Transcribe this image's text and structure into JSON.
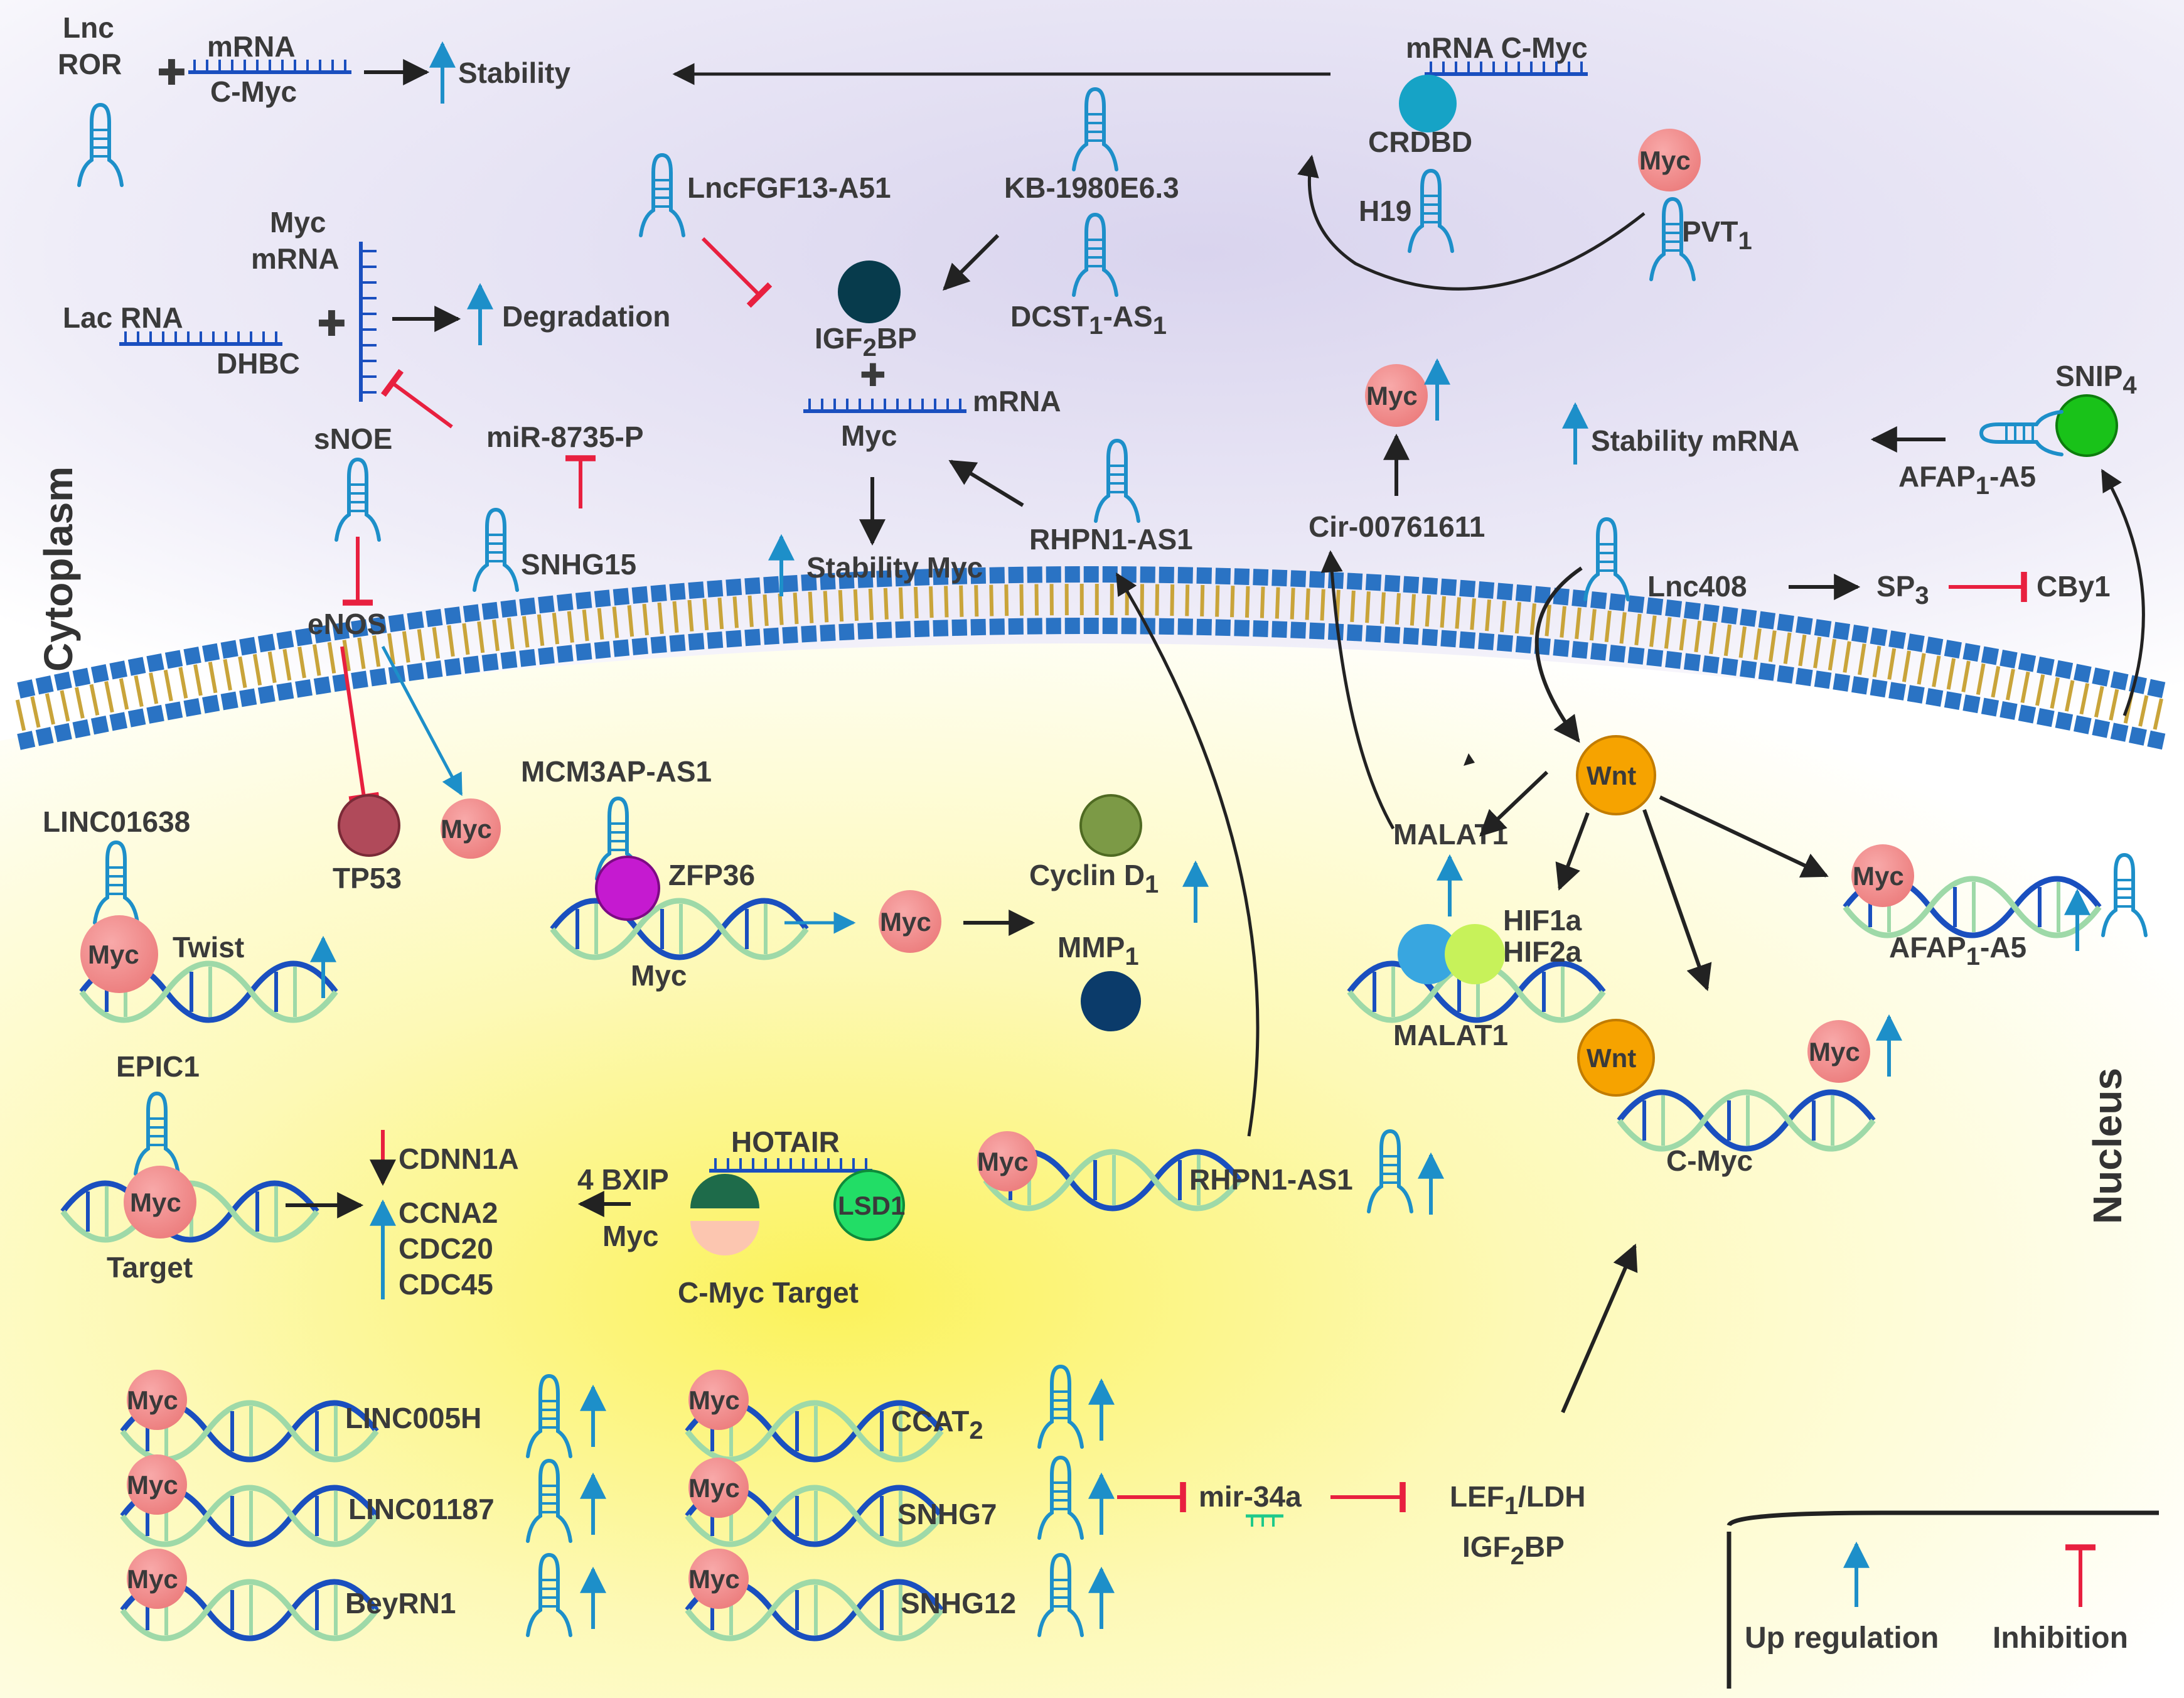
{
  "regions": {
    "cytoplasm": "Cytoplasm",
    "nucleus": "Nucleus"
  },
  "labels": {
    "lnc": "Lnc",
    "ror": "ROR",
    "mrna_top": "mRNA",
    "cmyc_top": "C-Myc",
    "stability": "Stability",
    "mrna_cmyc": "mRNA  C-Myc",
    "crdbd": "CRDBD",
    "h19": "H19",
    "pvt1": "PVT",
    "myc_mrna_a": "Myc",
    "myc_mrna_b": "mRNA",
    "lac_rna": "Lac RNA",
    "dhbc": "DHBC",
    "degradation": "Degradation",
    "lncfgf": "LncFGF13-A51",
    "kb": "KB-1980E6.3",
    "dcst": "DCST",
    "dcst_b": "-AS",
    "igf2bp": "IGF",
    "igf2bp_b": "BP",
    "mrna_mid": "mRNA",
    "myc_mid": "Myc",
    "snoe": "sNOE",
    "mir8735": "miR-8735-P",
    "snhg15": "SNHG15",
    "stab_myc": "Stability  Myc",
    "rhpn1_top": "RHPN1-AS1",
    "cir": "Cir-00761611",
    "stab_mrna": "Stability mRNA",
    "snip4": "SNIP",
    "afap_top": "AFAP",
    "afap_top_b": "-A5",
    "enos": "eNOS",
    "lnc408": "Lnc408",
    "sp3": "SP",
    "cby1": "CBy1",
    "linc01638": "LINC01638",
    "tp53": "TP53",
    "mcm3ap": "MCM3AP-AS1",
    "zfp36": "ZFP36",
    "myc_dna": "Myc",
    "twist": "Twist",
    "cyclin": "Cyclin D",
    "mmp1": "MMP",
    "malat1_top": "MALAT1",
    "wnt": "Wnt",
    "hif1a": "HIF1a",
    "hif2a": "HIF2a",
    "malat1_bot": "MALAT1",
    "afap_dna": "AFAP",
    "afap_dna_b": "-A5",
    "epic1": "EPIC1",
    "target": "Target",
    "cdnn1a": "CDNN1A",
    "ccna2": "CCNA2",
    "cdc20": "CDC20",
    "cdc45": "CDC45",
    "hotair": "HOTAIR",
    "bxip": "4 BXIP",
    "myc_hot": "Myc",
    "lsd1": "LSD1",
    "cmyc_target": "C-Myc  Target",
    "rhpn1_bot": "RHPN1-AS1",
    "cmyc_nuc": "C-Myc",
    "linc005h": "LINC005H",
    "linc01187": "LINC01187",
    "beyrn1": "BeyRN1",
    "ccat2": "CCAT",
    "snhg7": "SNHG7",
    "snhg12": "SNHG12",
    "mir34a": "mir-34a",
    "lef1": "LEF",
    "lef1_b": "/LDH",
    "igf2bp_nuc": "IGF",
    "igf2bp_nuc_b": "BP",
    "one": "1",
    "two": "2",
    "three": "3",
    "four": "4"
  },
  "myc_badge": "Myc",
  "legend": {
    "up": "Up regulation",
    "inhibition": "Inhibition"
  },
  "colors": {
    "activation_arrow": "#222222",
    "upregulation": "#1d8fc9",
    "inhibition": "#e8203f",
    "myc_node": "#f08a8a",
    "wnt_node": "#f6a300",
    "membrane_head": "#2a73c4",
    "membrane_tail": "#c9a43a",
    "igf2bp_node": "#073b4c",
    "tp53_node": "#b04a5a",
    "cyclin_node": "#7c9a46",
    "mmp1_node": "#0b3b6a",
    "zfp36_node": "#c51ad0",
    "snip4_node": "#19c219",
    "crdbd_node": "#16a3c6",
    "lsd1_node": "#22dd66"
  }
}
